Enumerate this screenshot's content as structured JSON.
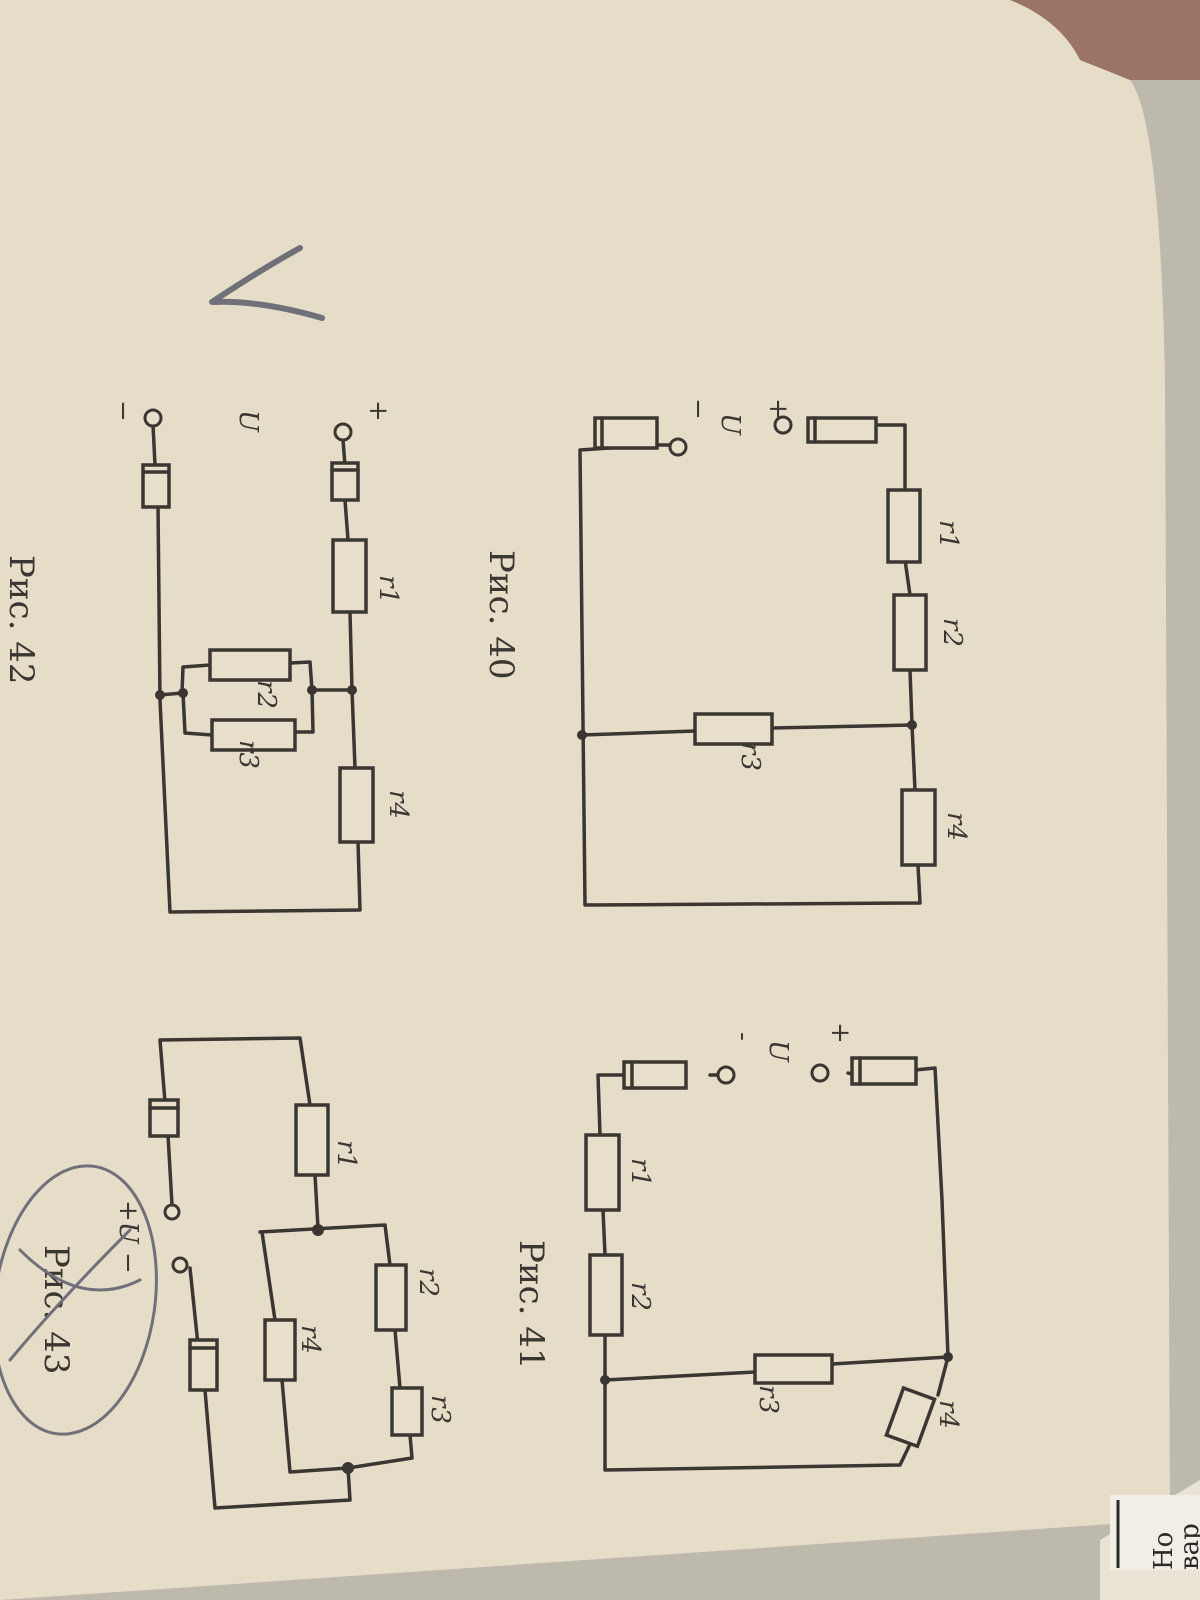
{
  "figures": {
    "fig40": {
      "caption": "Рис. 40",
      "terminals": {
        "plus": "+",
        "minus": "−",
        "voltage": "U"
      },
      "resistors": [
        "r1",
        "r2",
        "r3",
        "r4"
      ]
    },
    "fig41": {
      "caption": "Рис. 41",
      "terminals": {
        "plus": "+",
        "minus": "-",
        "voltage": "U"
      },
      "resistors": [
        "r1",
        "r2",
        "r3",
        "r4"
      ]
    },
    "fig42": {
      "caption": "Рис. 42",
      "terminals": {
        "plus": "+",
        "minus": "−",
        "voltage": "U"
      },
      "resistors": [
        "r1",
        "r2",
        "r3",
        "r4"
      ]
    },
    "fig43": {
      "caption": "Рис. 43",
      "terminals": {
        "label": "+U −"
      },
      "resistors": [
        "r1",
        "r2",
        "r3",
        "r4"
      ]
    }
  },
  "adjacent_page": {
    "line1": "Но",
    "line2": "вар"
  },
  "colors": {
    "paper": "#e8dfcb",
    "ink": "#3a3632",
    "pencil": "#6f7079",
    "background": "#bdb9ad"
  }
}
